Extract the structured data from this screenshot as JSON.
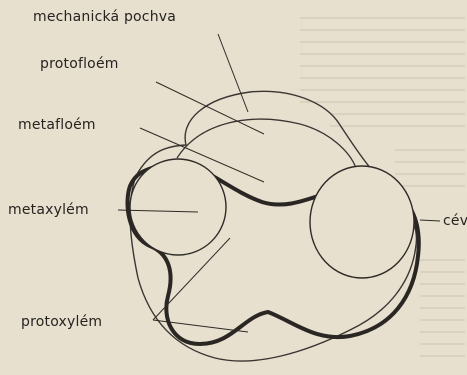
{
  "labels": {
    "mechanicka_pochva": "mechanická pochva",
    "protofloem": "protofloém",
    "metafloem": "metafloém",
    "metaxylem": "metaxylém",
    "ceva": "céva",
    "protoxylem": "protoxylém"
  },
  "colors": {
    "paper": "#e7e0ce",
    "ink": "#262321",
    "faint_text": "#cfc6b4"
  }
}
